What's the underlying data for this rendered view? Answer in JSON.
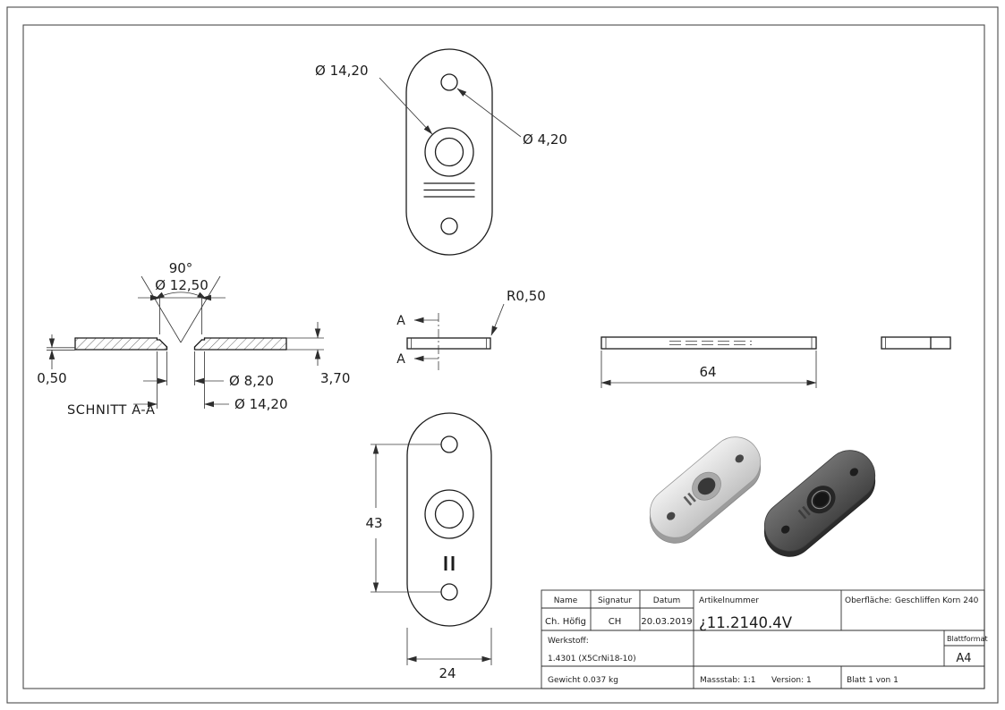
{
  "views": {
    "front_top": {
      "dim_boss": "Ø 14,20",
      "dim_hole": "Ø 4,20"
    },
    "section": {
      "label": "SCHNITT A-A",
      "dim_angle": "90°",
      "dim_countersink": "Ø 12,50",
      "dim_sheet": "0,50",
      "dim_height": "3,70",
      "dim_hole": "Ø 8,20",
      "dim_boss": "Ø 14,20"
    },
    "side_small": {
      "cut_label_top": "A",
      "cut_label_bottom": "A",
      "dim_radius": "R0,50"
    },
    "side_long": {
      "dim_length": "64"
    },
    "front_bottom": {
      "dim_hole_spacing": "43",
      "dim_width": "24"
    }
  },
  "title_block": {
    "col_name": "Name",
    "col_signatur": "Signatur",
    "col_datum": "Datum",
    "name": "Ch. Höfig",
    "signatur": "CH",
    "datum": "20.03.2019",
    "artikelnummer_label": "Artikelnummer",
    "artikelnummer": "¿11.2140.4V",
    "oberflaeche_label": "Oberfläche:",
    "oberflaeche_value": "Geschliffen Korn 240",
    "werkstoff_label": "Werkstoff:",
    "werkstoff": "1.4301 (X5CrNi18-10)",
    "gewicht": "Gewicht 0.037 kg",
    "massstab": "Massstab: 1:1",
    "version": "Version: 1",
    "blatt": "Blatt 1 von 1",
    "blattformat_label": "Blattformat",
    "blattformat": "A4"
  }
}
